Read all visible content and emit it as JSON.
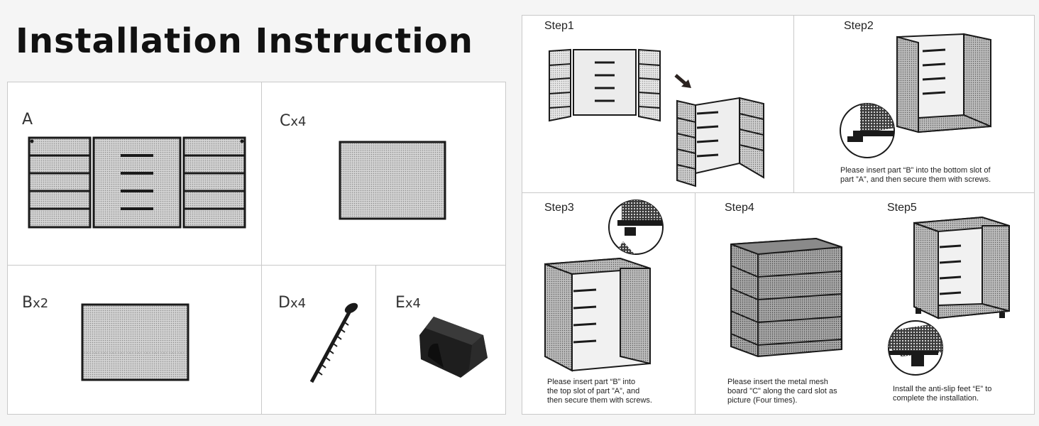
{
  "title": "Installation Instruction",
  "parts": {
    "a": {
      "letter": "A",
      "qty": ""
    },
    "b": {
      "letter": "B",
      "qty": "x2"
    },
    "c": {
      "letter": "C",
      "qty": "x4"
    },
    "d": {
      "letter": "D",
      "qty": "x4"
    },
    "e": {
      "letter": "E",
      "qty": "x4"
    }
  },
  "steps": {
    "step1": {
      "label": "Step1",
      "caption": ""
    },
    "step2": {
      "label": "Step2",
      "caption_l1": "Please insert part “B” into the bottom slot of",
      "caption_l2": "part ”A”, and then secure them with screws."
    },
    "step3": {
      "label": "Step3",
      "caption_l1": "Please insert part  “B”  into",
      "caption_l2": "the top slot of part ”A”, and",
      "caption_l3": "then secure them with screws."
    },
    "step4": {
      "label": "Step4",
      "caption_l1": "Please insert the metal mesh",
      "caption_l2": "board \"C\" along the card slot as",
      "caption_l3": "picture (Four times)."
    },
    "step5": {
      "label": "Step5",
      "caption_l1": "Install the anti-slip feet “E” to",
      "caption_l2": "complete the installation."
    }
  },
  "colors": {
    "frame": "#1a1a1a",
    "mesh": "#bdbdbd",
    "panel_border": "#c9c9c9",
    "background": "#f5f5f5"
  }
}
